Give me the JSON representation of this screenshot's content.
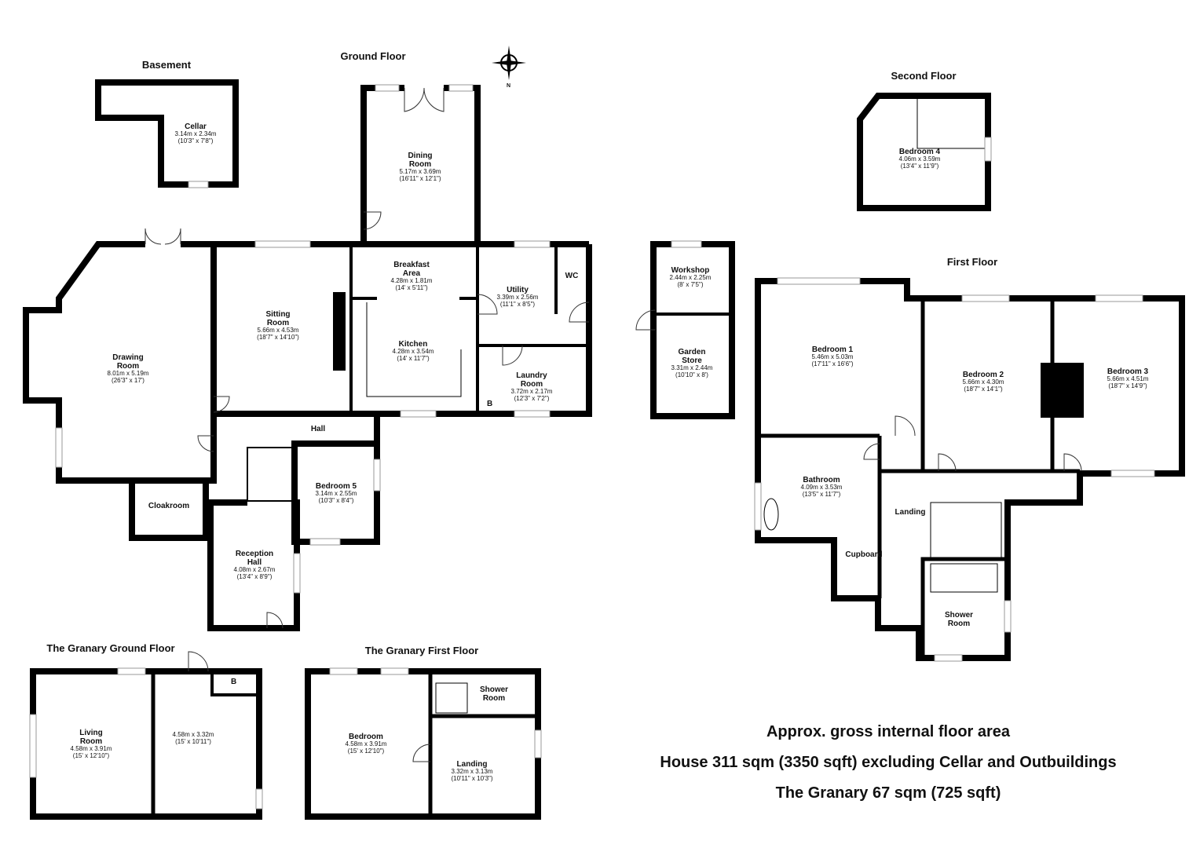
{
  "floors": {
    "basement": "Basement",
    "ground": "Ground Floor",
    "second": "Second Floor",
    "first": "First Floor",
    "granary_ground": "The Granary Ground Floor",
    "granary_first": "The Granary First Floor"
  },
  "compass": {
    "north_label": "N"
  },
  "rooms": {
    "cellar": {
      "name": "Cellar",
      "metric": "3.14m x 2.34m",
      "imperial": "(10'3\" x 7'8\")"
    },
    "dining": {
      "name": "Dining\nRoom",
      "metric": "5.17m x 3.69m",
      "imperial": "(16'11\" x 12'1\")"
    },
    "drawing": {
      "name": "Drawing\nRoom",
      "metric": "8.01m x 5.19m",
      "imperial": "(26'3\" x 17')"
    },
    "sitting": {
      "name": "Sitting\nRoom",
      "metric": "5.66m x 4.53m",
      "imperial": "(18'7\" x 14'10\")"
    },
    "breakfast": {
      "name": "Breakfast\nArea",
      "metric": "4.28m x 1.81m",
      "imperial": "(14' x 5'11\")"
    },
    "kitchen": {
      "name": "Kitchen",
      "metric": "4.28m x 3.54m",
      "imperial": "(14' x 11'7\")"
    },
    "utility": {
      "name": "Utility",
      "metric": "3.39m x 2.56m",
      "imperial": "(11'1\" x 8'5\")"
    },
    "wc": {
      "name": "WC"
    },
    "laundry": {
      "name": "Laundry\nRoom",
      "metric": "3.72m x 2.17m",
      "imperial": "(12'3\" x 7'2\")"
    },
    "hall": {
      "name": "Hall"
    },
    "bedroom5": {
      "name": "Bedroom 5",
      "metric": "3.14m x 2.55m",
      "imperial": "(10'3\" x 8'4\")"
    },
    "cloakroom": {
      "name": "Cloakroom"
    },
    "reception": {
      "name": "Reception\nHall",
      "metric": "4.08m x 2.67m",
      "imperial": "(13'4\" x 8'9\")"
    },
    "workshop": {
      "name": "Workshop",
      "metric": "2.44m x 2.25m",
      "imperial": "(8' x 7'5\")"
    },
    "garden_store": {
      "name": "Garden\nStore",
      "metric": "3.31m x 2.44m",
      "imperial": "(10'10\" x 8')"
    },
    "bedroom4": {
      "name": "Bedroom 4",
      "metric": "4.06m x 3.59m",
      "imperial": "(13'4\" x 11'9\")"
    },
    "bedroom1": {
      "name": "Bedroom 1",
      "metric": "5.46m x 5.03m",
      "imperial": "(17'11\" x 16'6\")"
    },
    "bedroom2": {
      "name": "Bedroom 2",
      "metric": "5.66m x 4.30m",
      "imperial": "(18'7\" x 14'1\")"
    },
    "bedroom3": {
      "name": "Bedroom 3",
      "metric": "5.66m x 4.51m",
      "imperial": "(18'7\" x 14'9\")"
    },
    "bathroom": {
      "name": "Bathroom",
      "metric": "4.09m x 3.53m",
      "imperial": "(13'5\" x 11'7\")"
    },
    "landing": {
      "name": "Landing"
    },
    "cupboard": {
      "name": "Cupboard"
    },
    "shower": {
      "name": "Shower\nRoom"
    },
    "g_living": {
      "name": "Living\nRoom",
      "metric": "4.58m x 3.91m",
      "imperial": "(15' x 12'10\")"
    },
    "g_room": {
      "metric": "4.58m x 3.32m",
      "imperial": "(15' x 10'11\")"
    },
    "g_bedroom": {
      "name": "Bedroom",
      "metric": "4.58m x 3.91m",
      "imperial": "(15' x 12'10\")"
    },
    "g_shower": {
      "name": "Shower\nRoom"
    },
    "g_landing": {
      "name": "Landing",
      "metric": "3.32m x 3.13m",
      "imperial": "(10'11\" x 10'3\")"
    }
  },
  "boiler_mark": "B",
  "summary": {
    "line1": "Approx. gross internal floor area",
    "line2": "House 311 sqm (3350 sqft) excluding Cellar and Outbuildings",
    "line3": "The Granary 67 sqm (725 sqft)"
  }
}
